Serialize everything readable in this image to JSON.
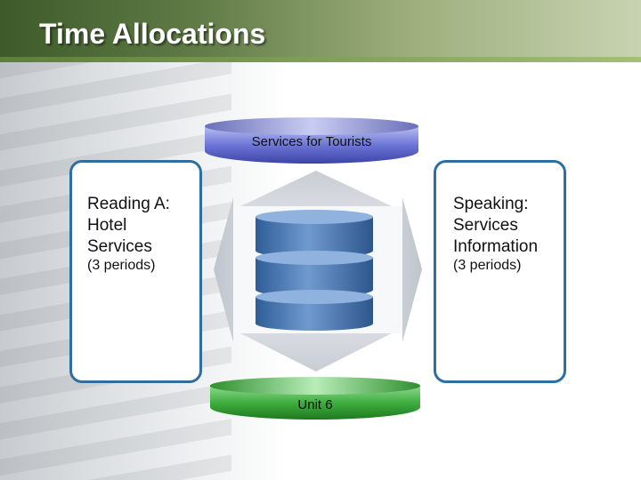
{
  "title": "Time Allocations",
  "top_label": "Services for Tourists",
  "bottom_label": "Unit 6",
  "left_box": {
    "heading": "Reading A:\nHotel\nServices",
    "periods": "(3 periods)"
  },
  "right_box": {
    "heading": "Speaking:\nServices\nInformation",
    "periods": "(3 periods)"
  },
  "colors": {
    "top_cylinder": "#5a63c8",
    "bottom_cylinder": "#3aa33a",
    "box_border": "#2f6fa0",
    "stack": "#3f6fa8"
  }
}
